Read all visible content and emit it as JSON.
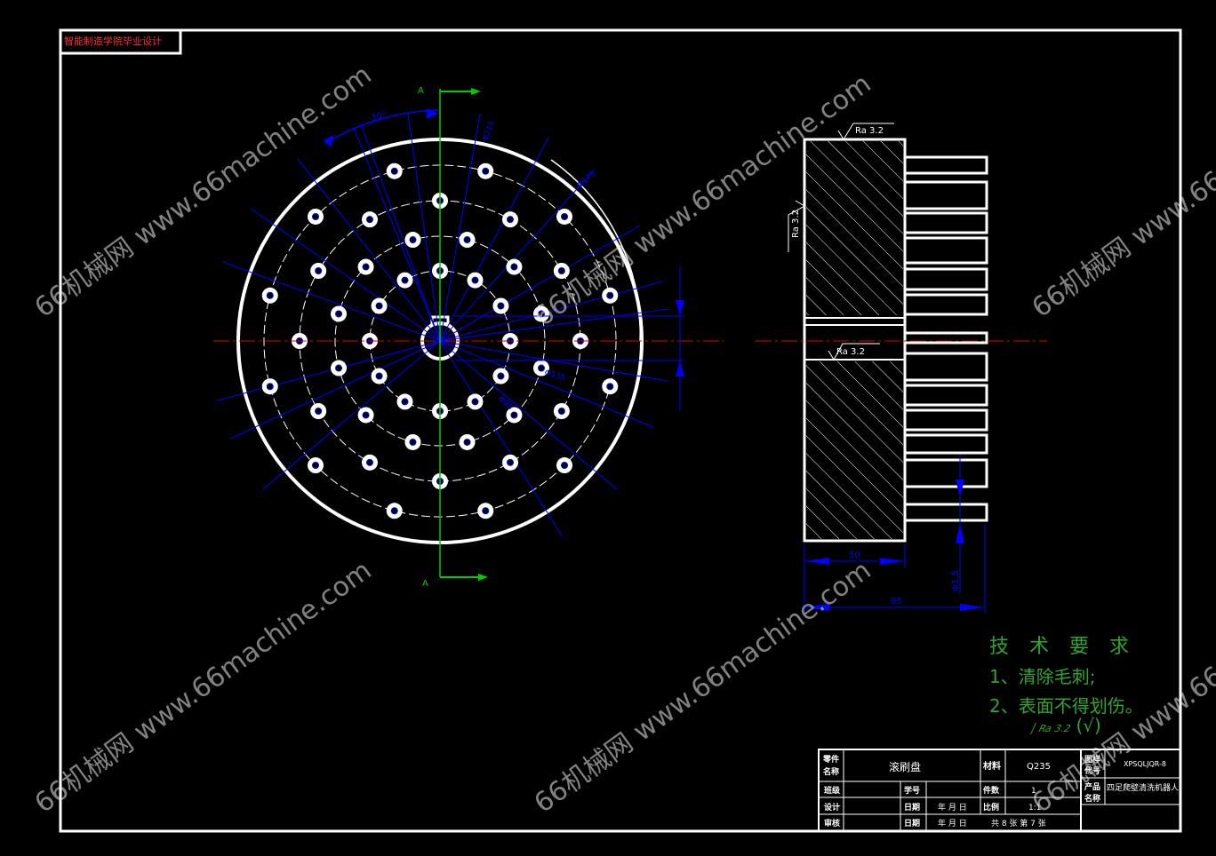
{
  "school_label": "智能制造学院毕业设计",
  "section_label": "A",
  "roughness_label": "Ra 3.2",
  "dimensions": {
    "side_width": "50",
    "overall_width": "95",
    "bristle_dia": "Φ1.5",
    "pcd_labels": [
      "Φ215",
      "Φ175",
      "Φ135",
      "Φ95"
    ],
    "angle": "30°"
  },
  "tech_req": {
    "title": "技 术 要 求",
    "items": [
      "1、清除毛刺;",
      "2、表面不得划伤。"
    ],
    "roughness_note": "(√)"
  },
  "title_block": {
    "part_name_label": "零件名称",
    "part_name": "滚刷盘",
    "material_label": "材料",
    "material": "Q235",
    "drawing_no_label": "图样代号",
    "drawing_no": "XPSQLJQR-8",
    "product_name_label": "产品名称",
    "product_name": "四足爬壁清洗机器人",
    "class_label": "班级",
    "student_id_label": "学号",
    "quantity_label": "件数",
    "quantity": "1",
    "design_label": "设计",
    "date_label": "日期",
    "date_value": "年 月 日",
    "scale_label": "比例",
    "scale": "1:1",
    "review_label": "审核",
    "sheet_info": "共 8 张  第 7 张"
  },
  "watermark": "66机械网 www.66machine.com",
  "colors": {
    "outline": "#ffffff",
    "dimension": "#0000ff",
    "centerline": "#e00000",
    "section_arrow": "#00cc00",
    "hole": "#ffffff",
    "text_green": "#2fa52f"
  }
}
